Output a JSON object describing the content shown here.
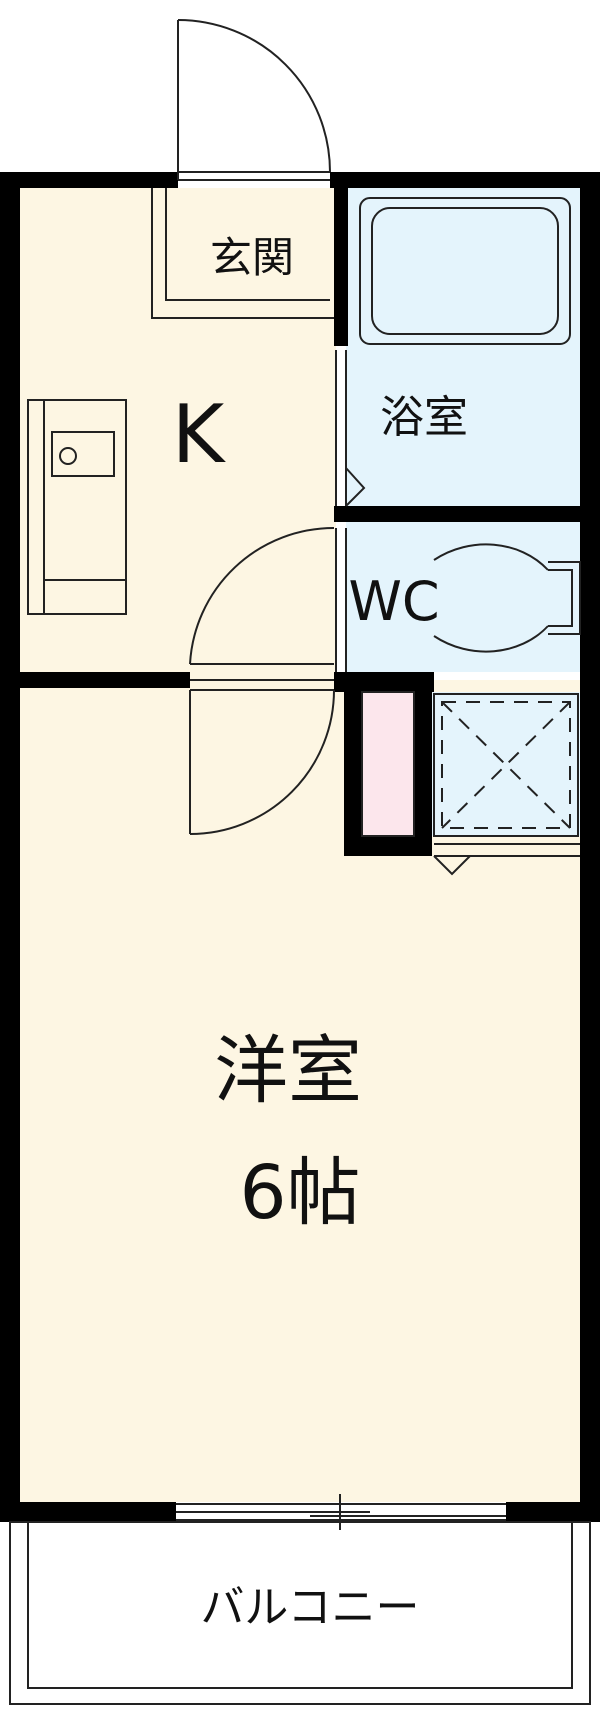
{
  "rooms": {
    "entrance": "玄関",
    "kitchen": "K",
    "bath": "浴室",
    "toilet": "WC",
    "western_room_name": "洋室",
    "western_room_size": "6帖",
    "balcony": "バルコニー"
  },
  "colors": {
    "wall": "#000000",
    "dry_floor": "#fdf6e3",
    "wet_floor": "#e4f4fc",
    "closet": "#fce6ec",
    "balcony": "#ffffff",
    "line": "#222222"
  }
}
